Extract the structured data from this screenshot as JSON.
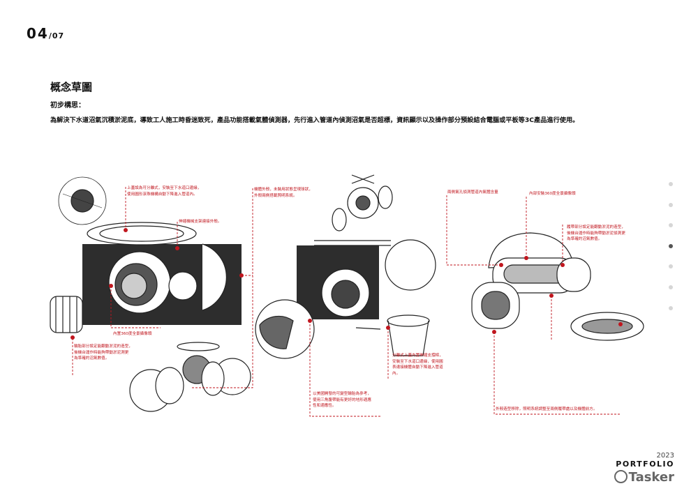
{
  "header": {
    "page_current": "04",
    "page_total": "/07"
  },
  "section": {
    "title": "概念草圖",
    "subtitle": "初步構思：",
    "description": "為解決下水道沼氣沉積淤泥底，導致工人施工時昏迷致死，產品功能搭載氣體偵測器，先行進入管道內偵測沼氣是否超標，資訊顯示以及操作部分預設結合電腦或平板等3C產品進行使用。"
  },
  "annotations": {
    "a1": [
      "上蓋設為可分離式，安裝至下水道口邊緣，",
      "使用圓形滾珠機構自動下降進入管道內。"
    ],
    "a2": [
      "伸縮機械支架連接外殼。"
    ],
    "a3": [
      "內置360度全景攝像頭"
    ],
    "a4": [
      "輪胎部分設定能翻動淤泥的造型，",
      "後機台運作時能夠帶動淤泥測更",
      "為準確的沼氣數值。"
    ],
    "a5": [
      "機體外殼，未裝用狀態呈現球狀，",
      "外殼兩側搭載照明系統。"
    ],
    "a6": [
      "分離式上蓋內置伸縮支撐桿，",
      "安裝至下水道口邊緣，使用圓",
      "表達接機體自動下降進入管道",
      "內。"
    ],
    "a7": [
      "以美國開發的可變型輪胎為參考，",
      "使用三角腹帶能有更好的地形適應",
      "性和適應性。"
    ],
    "a8": [
      "兩側氣孔偵測管道內氣體含量"
    ],
    "a9": [
      "內部安裝360度全景攝像頭"
    ],
    "a10": [
      "履帶部分設定能翻動淤泥的造型，",
      "後機台運作時能夠帶動淤泥偵測更",
      "為準確的沼氣數值。"
    ],
    "a11": [
      "外殼造型移除，照明系統調整至兩側履帶處以及機體前方。"
    ]
  },
  "nav": {
    "count": 7,
    "active_index": 3
  },
  "footer": {
    "year": "2023",
    "label": "PORTFOLIO",
    "brand": "Tasker"
  },
  "colors": {
    "accent": "#c0161e",
    "ink": "#111111"
  }
}
